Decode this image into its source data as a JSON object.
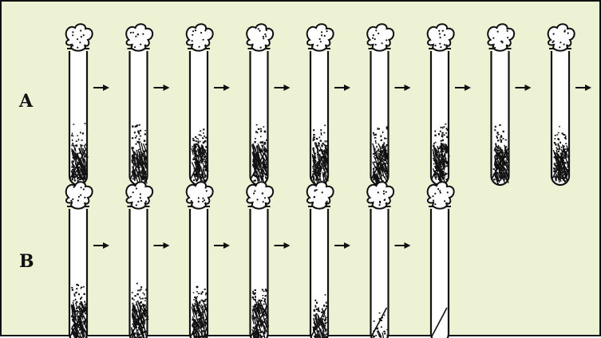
{
  "figure": {
    "background": "#edf2d4",
    "ink": "#111111",
    "rows": [
      {
        "id": "A",
        "label": "A",
        "tube_count": 9,
        "growth": [
          "heavy",
          "heavy",
          "heavy",
          "heavy",
          "heavy",
          "heavy",
          "heavy",
          "heavy",
          "heavy"
        ],
        "trailing_arrow": true
      },
      {
        "id": "B",
        "label": "B",
        "tube_count": 7,
        "growth": [
          "heavy",
          "heavy",
          "heavy",
          "heavy",
          "medium",
          "sparse",
          "none"
        ],
        "trailing_arrow": false
      }
    ]
  }
}
